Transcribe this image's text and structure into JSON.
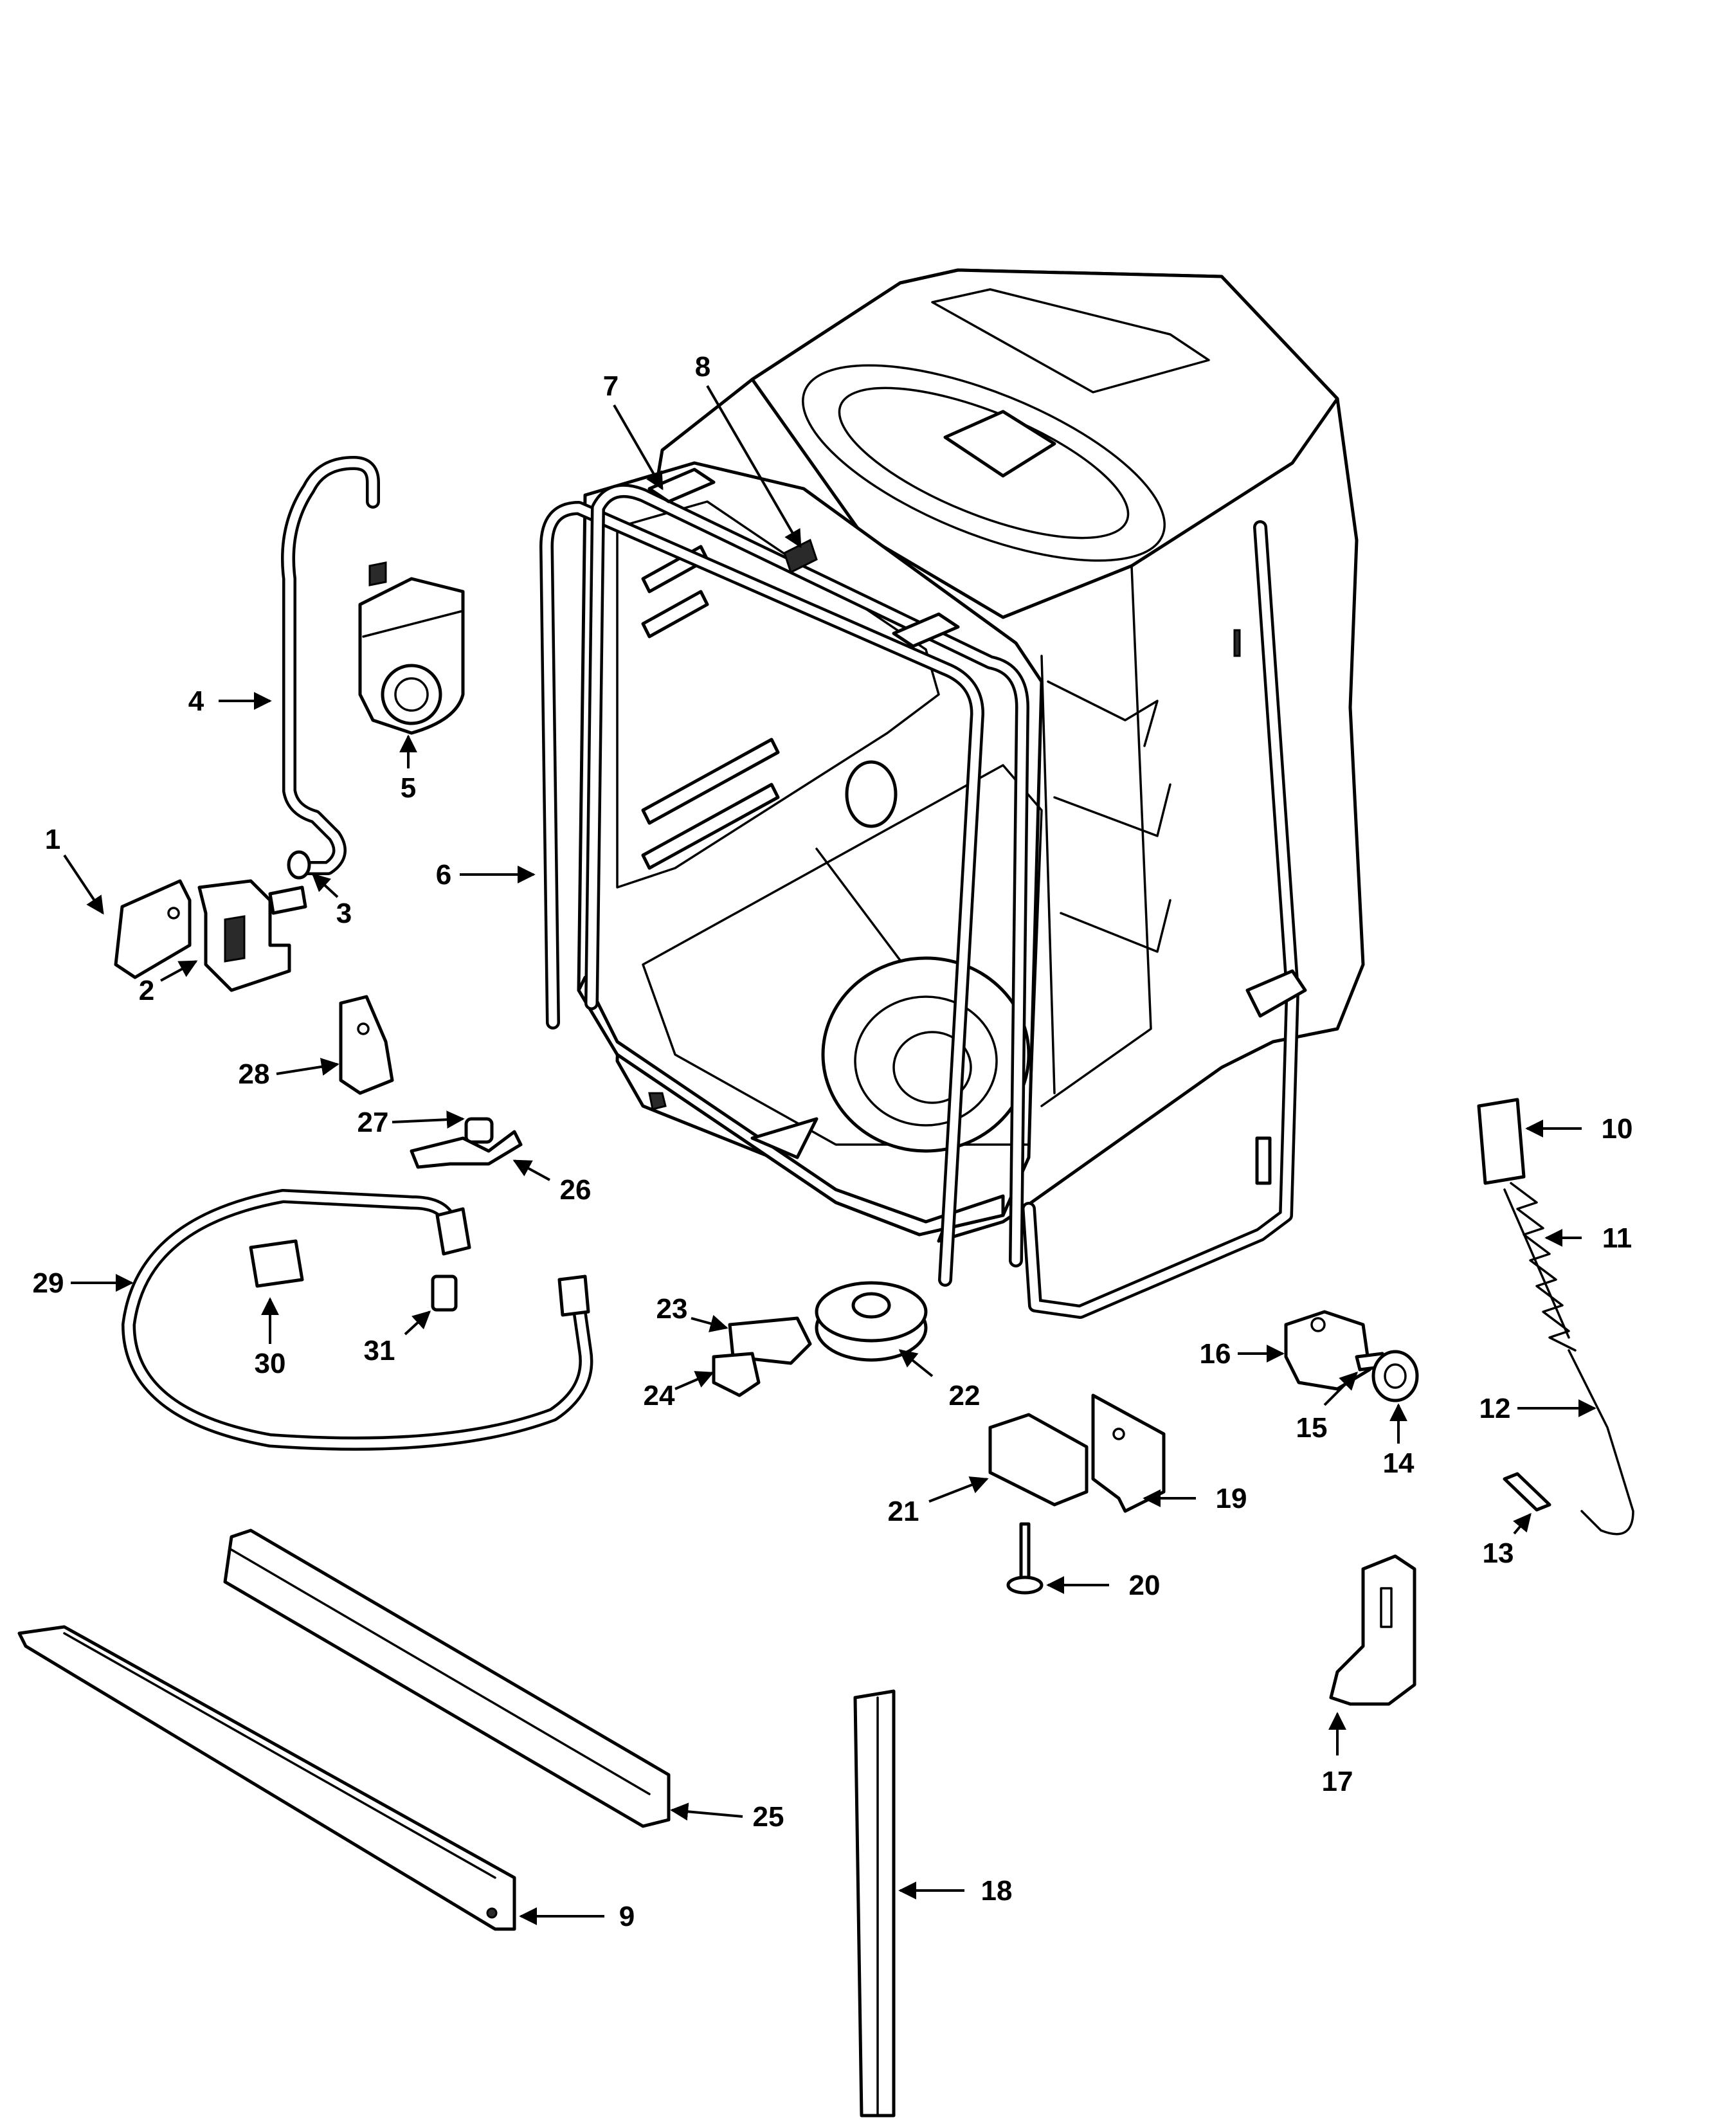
{
  "callouts": [
    {
      "id": "c1",
      "label": "1"
    },
    {
      "id": "c2",
      "label": "2"
    },
    {
      "id": "c3",
      "label": "3"
    },
    {
      "id": "c4",
      "label": "4"
    },
    {
      "id": "c5",
      "label": "5"
    },
    {
      "id": "c6",
      "label": "6"
    },
    {
      "id": "c7",
      "label": "7"
    },
    {
      "id": "c8",
      "label": "8"
    },
    {
      "id": "c9",
      "label": "9"
    },
    {
      "id": "c10",
      "label": "10"
    },
    {
      "id": "c11",
      "label": "11"
    },
    {
      "id": "c12",
      "label": "12"
    },
    {
      "id": "c13",
      "label": "13"
    },
    {
      "id": "c14",
      "label": "14"
    },
    {
      "id": "c15",
      "label": "15"
    },
    {
      "id": "c16",
      "label": "16"
    },
    {
      "id": "c17",
      "label": "17"
    },
    {
      "id": "c18",
      "label": "18"
    },
    {
      "id": "c19",
      "label": "19"
    },
    {
      "id": "c20",
      "label": "20"
    },
    {
      "id": "c21",
      "label": "21"
    },
    {
      "id": "c22",
      "label": "22"
    },
    {
      "id": "c23",
      "label": "23"
    },
    {
      "id": "c24",
      "label": "24"
    },
    {
      "id": "c25",
      "label": "25"
    },
    {
      "id": "c26",
      "label": "26"
    },
    {
      "id": "c27",
      "label": "27"
    },
    {
      "id": "c28",
      "label": "28"
    },
    {
      "id": "c29",
      "label": "29"
    },
    {
      "id": "c30",
      "label": "30"
    },
    {
      "id": "c31",
      "label": "31"
    }
  ]
}
